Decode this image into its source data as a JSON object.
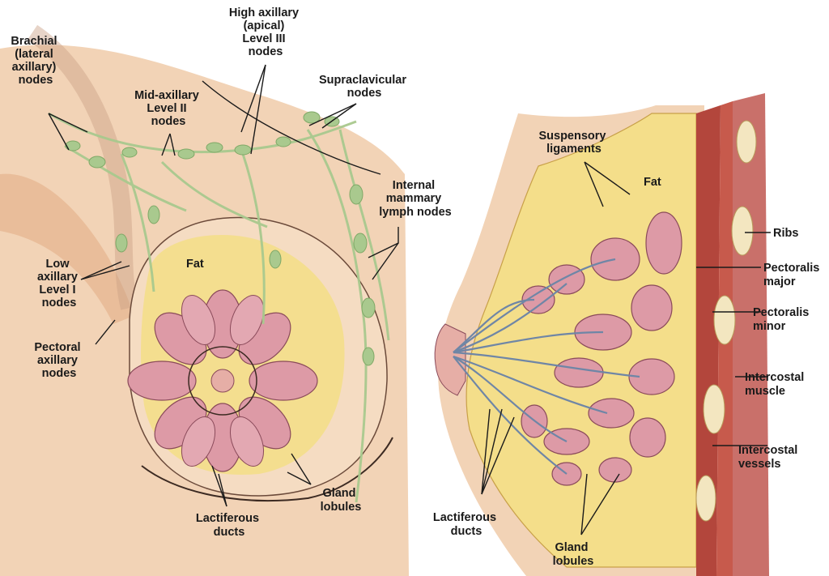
{
  "left_diagram": {
    "labels": {
      "high_axillary": [
        "High axillary",
        "(apical)",
        "Level III",
        "nodes"
      ],
      "brachial": [
        "Brachial",
        "(lateral",
        "axillary)",
        "nodes"
      ],
      "supraclavicular": [
        "Supraclavicular",
        "nodes"
      ],
      "mid_axillary": [
        "Mid-axillary",
        "Level II",
        "nodes"
      ],
      "internal_mammary": [
        "Internal",
        "mammary",
        "lymph nodes"
      ],
      "fat": [
        "Fat"
      ],
      "low_axillary": [
        "Low",
        "axillary",
        "Level I",
        "nodes"
      ],
      "pectoral_axillary": [
        "Pectoral",
        "axillary",
        "nodes"
      ],
      "gland_lobules": [
        "Gland",
        "lobules"
      ],
      "lactiferous_ducts": [
        "Lactiferous",
        "ducts"
      ]
    }
  },
  "right_diagram": {
    "labels": {
      "suspensory_ligaments": [
        "Suspensory",
        "ligaments"
      ],
      "fat": [
        "Fat"
      ],
      "ribs": [
        "Ribs"
      ],
      "pectoralis_major": [
        "Pectoralis",
        "major"
      ],
      "pectoralis_minor": [
        "Pectoralis",
        "minor"
      ],
      "intercostal_muscle": [
        "Intercostal",
        "muscle"
      ],
      "intercostal_vessels": [
        "Intercostal",
        "vessels"
      ],
      "lactiferous_ducts": [
        "Lactiferous",
        "ducts"
      ],
      "gland_lobules": [
        "Gland",
        "lobules"
      ]
    }
  },
  "colors": {
    "skin": "#f2d3b6",
    "skin_shadow": "#d99f7c",
    "fat": "#f4de8a",
    "lobule": "#dd9aa6",
    "duct": "#6f86a6",
    "lymph": "#a9c98e",
    "muscle": "#b3463c",
    "rib": "#f3e6c0"
  }
}
